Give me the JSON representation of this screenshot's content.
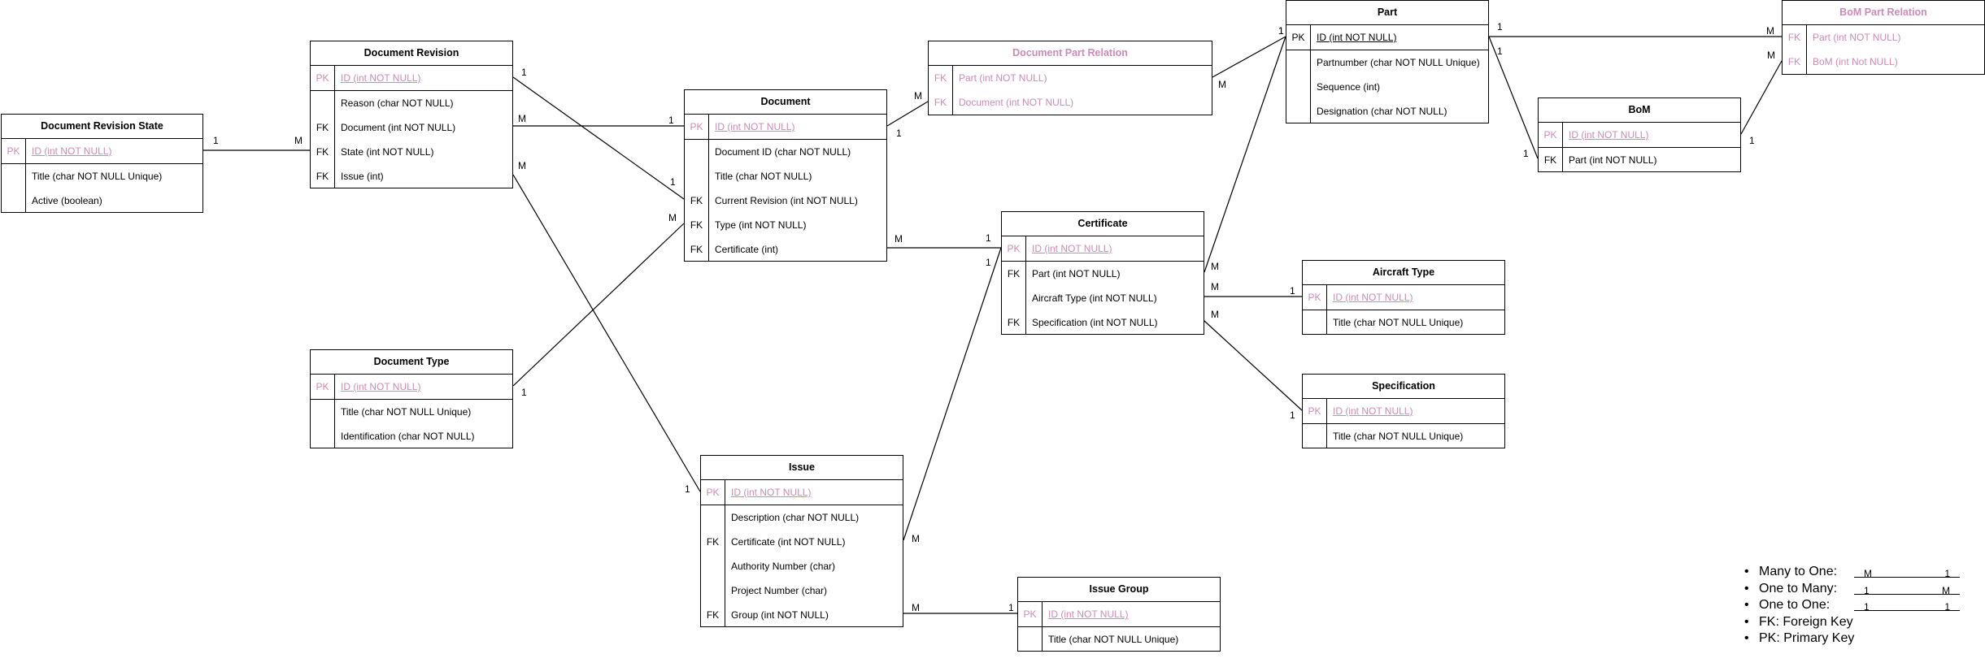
{
  "entities": [
    {
      "id": "document-revision-state",
      "title": "Document Revision State",
      "pink_title": false,
      "rows": [
        {
          "key": "PK",
          "field": "ID (int NOT NULL)",
          "pink": true,
          "pk": true
        },
        {
          "key": "",
          "field": "Title (char NOT NULL Unique)"
        },
        {
          "key": "",
          "field": "Active (boolean)"
        }
      ]
    },
    {
      "id": "document-revision",
      "title": "Document Revision",
      "pink_title": false,
      "rows": [
        {
          "key": "PK",
          "field": "ID (int NOT NULL)",
          "pink": true,
          "pk": true
        },
        {
          "key": "",
          "field": "Reason (char NOT NULL)"
        },
        {
          "key": "FK",
          "field": "Document (int NOT NULL)"
        },
        {
          "key": "FK",
          "field": "State (int NOT NULL)"
        },
        {
          "key": "FK",
          "field": "Issue (int)"
        }
      ]
    },
    {
      "id": "document",
      "title": "Document",
      "pink_title": false,
      "rows": [
        {
          "key": "PK",
          "field": "ID (int NOT NULL)",
          "pink": true,
          "pk": true
        },
        {
          "key": "",
          "field": "Document ID (char NOT NULL)"
        },
        {
          "key": "",
          "field": "Title (char NOT NULL)"
        },
        {
          "key": "FK",
          "field": "Current Revision (int NOT NULL)"
        },
        {
          "key": "FK",
          "field": "Type (int NOT NULL)"
        },
        {
          "key": "FK",
          "field": "Certificate (int)"
        }
      ]
    },
    {
      "id": "document-part-relation",
      "title": "Document Part Relation",
      "pink_title": true,
      "rows": [
        {
          "key": "FK",
          "field": "Part (int NOT NULL)",
          "pink": true
        },
        {
          "key": "FK",
          "field": "Document (int NOT NULL)",
          "pink": true
        }
      ]
    },
    {
      "id": "part",
      "title": "Part",
      "pink_title": false,
      "rows": [
        {
          "key": "PK",
          "field": "ID (int NOT NULL)",
          "pink": false,
          "pk": true
        },
        {
          "key": "",
          "field": "Partnumber (char NOT NULL Unique)"
        },
        {
          "key": "",
          "field": "Sequence (int)"
        },
        {
          "key": "",
          "field": "Designation (char NOT NULL)"
        }
      ]
    },
    {
      "id": "bom-part-relation",
      "title": "BoM Part Relation",
      "pink_title": true,
      "rows": [
        {
          "key": "FK",
          "field": "Part (int NOT NULL)",
          "pink": true
        },
        {
          "key": "FK",
          "field": "BoM (int Not NULL)",
          "pink": true
        }
      ]
    },
    {
      "id": "bom",
      "title": "BoM",
      "pink_title": false,
      "rows": [
        {
          "key": "PK",
          "field": "ID (int NOT NULL)",
          "pink": true,
          "pk": true
        },
        {
          "key": "FK",
          "field": "Part (int NOT NULL)"
        }
      ]
    },
    {
      "id": "certificate",
      "title": "Certificate",
      "pink_title": false,
      "rows": [
        {
          "key": "PK",
          "field": "ID (int NOT NULL)",
          "pink": true,
          "pk": true
        },
        {
          "key": "FK",
          "field": "Part (int NOT NULL)"
        },
        {
          "key": "",
          "field": "Aircraft Type (int NOT NULL)"
        },
        {
          "key": "FK",
          "field": "Specification (int NOT NULL)"
        }
      ]
    },
    {
      "id": "aircraft-type",
      "title": "Aircraft Type",
      "pink_title": false,
      "rows": [
        {
          "key": "PK",
          "field": "ID (int NOT NULL)",
          "pink": true,
          "pk": true
        },
        {
          "key": "",
          "field": "Title (char NOT NULL Unique)"
        }
      ]
    },
    {
      "id": "specification",
      "title": "Specification",
      "pink_title": false,
      "rows": [
        {
          "key": "PK",
          "field": "ID (int NOT NULL)",
          "pink": true,
          "pk": true
        },
        {
          "key": "",
          "field": "Title (char NOT NULL Unique)"
        }
      ]
    },
    {
      "id": "document-type",
      "title": "Document Type",
      "pink_title": false,
      "rows": [
        {
          "key": "PK",
          "field": "ID (int NOT NULL)",
          "pink": true,
          "pk": true
        },
        {
          "key": "",
          "field": "Title (char NOT NULL Unique)"
        },
        {
          "key": "",
          "field": "Identification (char NOT NULL)"
        }
      ]
    },
    {
      "id": "issue",
      "title": "Issue",
      "pink_title": false,
      "rows": [
        {
          "key": "PK",
          "field": "ID (int NOT NULL)",
          "pink": true,
          "pk": true
        },
        {
          "key": "",
          "field": "Description (char NOT NULL)"
        },
        {
          "key": "FK",
          "field": "Certificate (int NOT NULL)"
        },
        {
          "key": "",
          "field": "Authority Number (char)"
        },
        {
          "key": "",
          "field": "Project Number (char)"
        },
        {
          "key": "FK",
          "field": "Group (int NOT NULL)"
        }
      ]
    },
    {
      "id": "issue-group",
      "title": "Issue Group",
      "pink_title": false,
      "rows": [
        {
          "key": "PK",
          "field": "ID (int NOT NULL)",
          "pink": true,
          "pk": true
        },
        {
          "key": "",
          "field": "Title (char NOT NULL Unique)"
        }
      ]
    }
  ],
  "relations": [
    {
      "id": "revision-state",
      "from": "document-revision-state",
      "to": "document-revision",
      "label_from": "1",
      "label_to": "M"
    },
    {
      "id": "revision-document",
      "from": "document-revision",
      "to": "document",
      "label_from": "M",
      "label_to": "1"
    },
    {
      "id": "current-revision",
      "from": "document-revision",
      "to": "document",
      "label_from": "1",
      "label_to": "1"
    },
    {
      "id": "revision-issue",
      "from": "document-revision",
      "to": "issue",
      "label_from": "M",
      "label_to": "1"
    },
    {
      "id": "document-part-relation",
      "from": "document",
      "to": "document-part-relation",
      "label_from": "1",
      "label_to": "M"
    },
    {
      "id": "part-document-relation",
      "from": "document-part-relation",
      "to": "part",
      "label_from": "M",
      "label_to": "1"
    },
    {
      "id": "document-type",
      "from": "document-type",
      "to": "document",
      "label_from": "1",
      "label_to": "M"
    },
    {
      "id": "document-certificate",
      "from": "document",
      "to": "certificate",
      "label_from": "M",
      "label_to": "1"
    },
    {
      "id": "part-bom-relation",
      "from": "part",
      "to": "bom-part-relation",
      "label_from": "1",
      "label_to": "M"
    },
    {
      "id": "part-bom",
      "from": "part",
      "to": "bom",
      "label_from": "1",
      "label_to": "1"
    },
    {
      "id": "bom-relation",
      "from": "bom",
      "to": "bom-part-relation",
      "label_from": "1",
      "label_to": "M"
    },
    {
      "id": "certificate-part",
      "from": "certificate",
      "to": "part",
      "label_from": "M",
      "label_to": "1"
    },
    {
      "id": "certificate-aircraft",
      "from": "certificate",
      "to": "aircraft-type",
      "label_from": "M",
      "label_to": "1"
    },
    {
      "id": "certificate-spec",
      "from": "certificate",
      "to": "specification",
      "label_from": "M",
      "label_to": "1"
    },
    {
      "id": "issue-certificate",
      "from": "issue",
      "to": "certificate",
      "label_from": "M",
      "label_to": "1"
    },
    {
      "id": "issue-group",
      "from": "issue",
      "to": "issue-group",
      "label_from": "M",
      "label_to": "1"
    }
  ],
  "legend": {
    "items": [
      {
        "text": "Many to One:",
        "left": "M",
        "right": "1"
      },
      {
        "text": "One to Many:",
        "left": "1",
        "right": "M"
      },
      {
        "text": "One to One:",
        "left": "1",
        "right": "1"
      },
      {
        "text": "FK: Foreign Key",
        "left": "",
        "right": ""
      },
      {
        "text": "PK: Primary Key",
        "left": "",
        "right": ""
      }
    ]
  }
}
